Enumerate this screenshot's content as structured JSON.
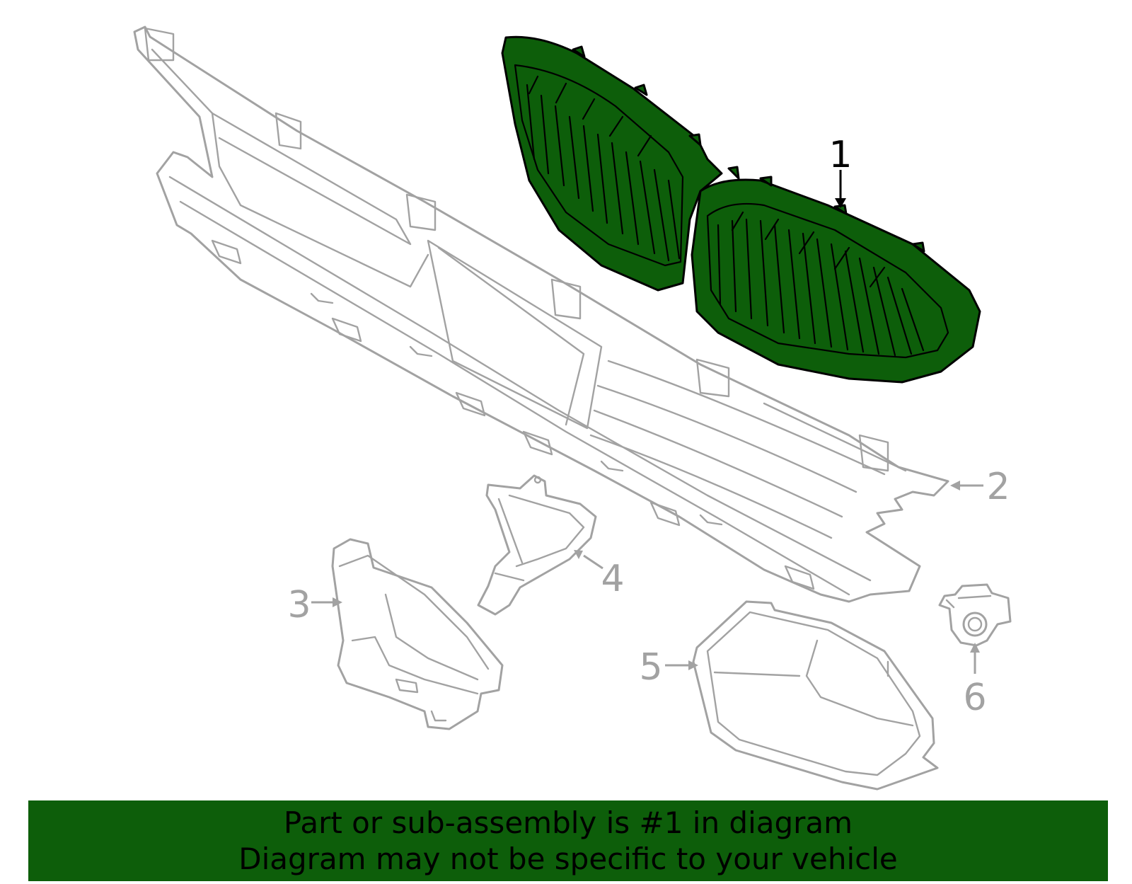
{
  "callouts": [
    {
      "number": "1",
      "color": "#000000",
      "highlighted": true
    },
    {
      "number": "2",
      "color": "#a2a2a2",
      "highlighted": false
    },
    {
      "number": "3",
      "color": "#a2a2a2",
      "highlighted": false
    },
    {
      "number": "4",
      "color": "#a2a2a2",
      "highlighted": false
    },
    {
      "number": "5",
      "color": "#a2a2a2",
      "highlighted": false
    },
    {
      "number": "6",
      "color": "#a2a2a2",
      "highlighted": false
    }
  ],
  "banner": {
    "line1": "Part or sub-assembly is #1 in diagram",
    "line2": "Diagram may not be specific to your vehicle"
  },
  "colors": {
    "highlight_green": "#0d5e0a",
    "line_gray": "#a2a2a2",
    "text_black": "#000000"
  }
}
